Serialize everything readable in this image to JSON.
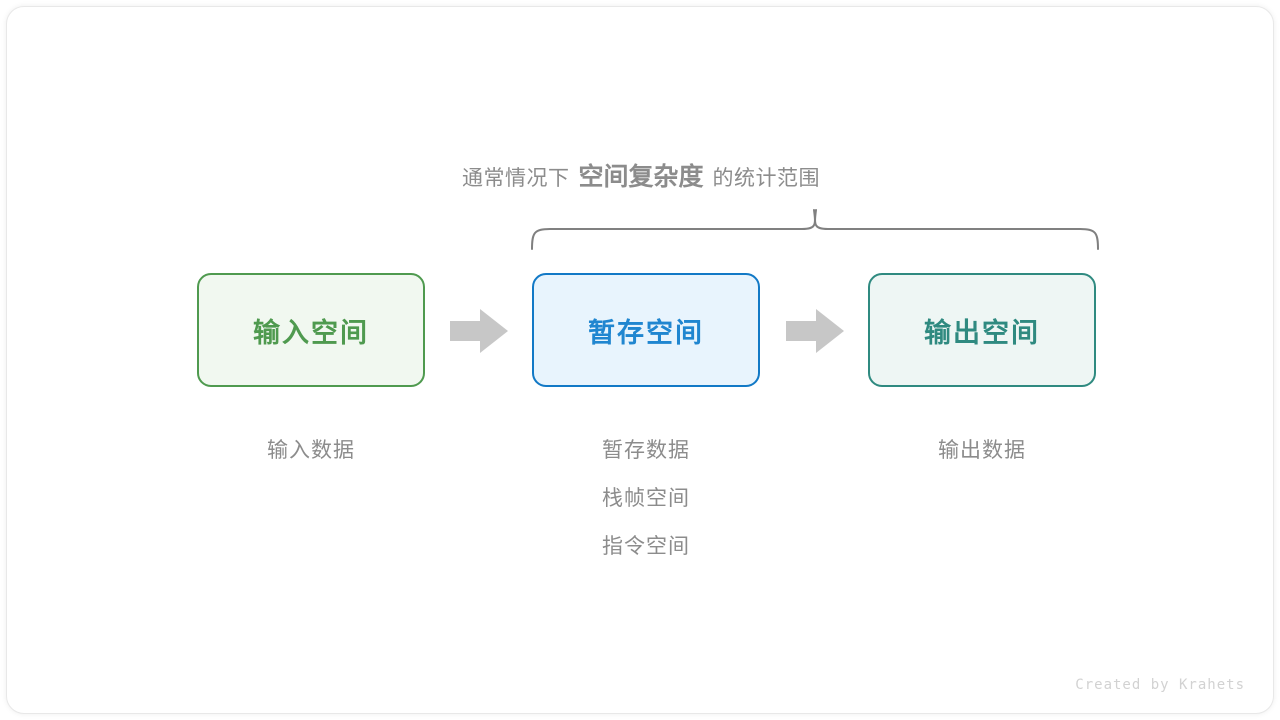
{
  "diagram": {
    "caption": {
      "prefix": "通常情况下",
      "emphasis": "空间复杂度",
      "suffix": "的统计范围"
    },
    "brace": {
      "name": "curly-brace",
      "color": "#808080",
      "spans": [
        "暂存空间",
        "输出空间"
      ]
    },
    "stages": [
      {
        "id": "input",
        "title": "输入空间",
        "border_color": "#4f9a4f",
        "fill_color": "#f1f8f0",
        "text_color": "#4f9a4f",
        "sublabels": [
          "输入数据"
        ]
      },
      {
        "id": "temp",
        "title": "暂存空间",
        "border_color": "#1279c6",
        "fill_color": "#e8f4fd",
        "text_color": "#2086d0",
        "sublabels": [
          "暂存数据",
          "栈帧空间",
          "指令空间"
        ]
      },
      {
        "id": "output",
        "title": "输出空间",
        "border_color": "#2f8a80",
        "fill_color": "#eef6f4",
        "text_color": "#2f8a80",
        "sublabels": [
          "输出数据"
        ]
      }
    ],
    "arrows": [
      {
        "id": "arrow-1",
        "from": "input",
        "to": "temp",
        "color": "#c7c7c7"
      },
      {
        "id": "arrow-2",
        "from": "temp",
        "to": "output",
        "color": "#c7c7c7"
      }
    ],
    "watermark": "Created by Krahets"
  }
}
